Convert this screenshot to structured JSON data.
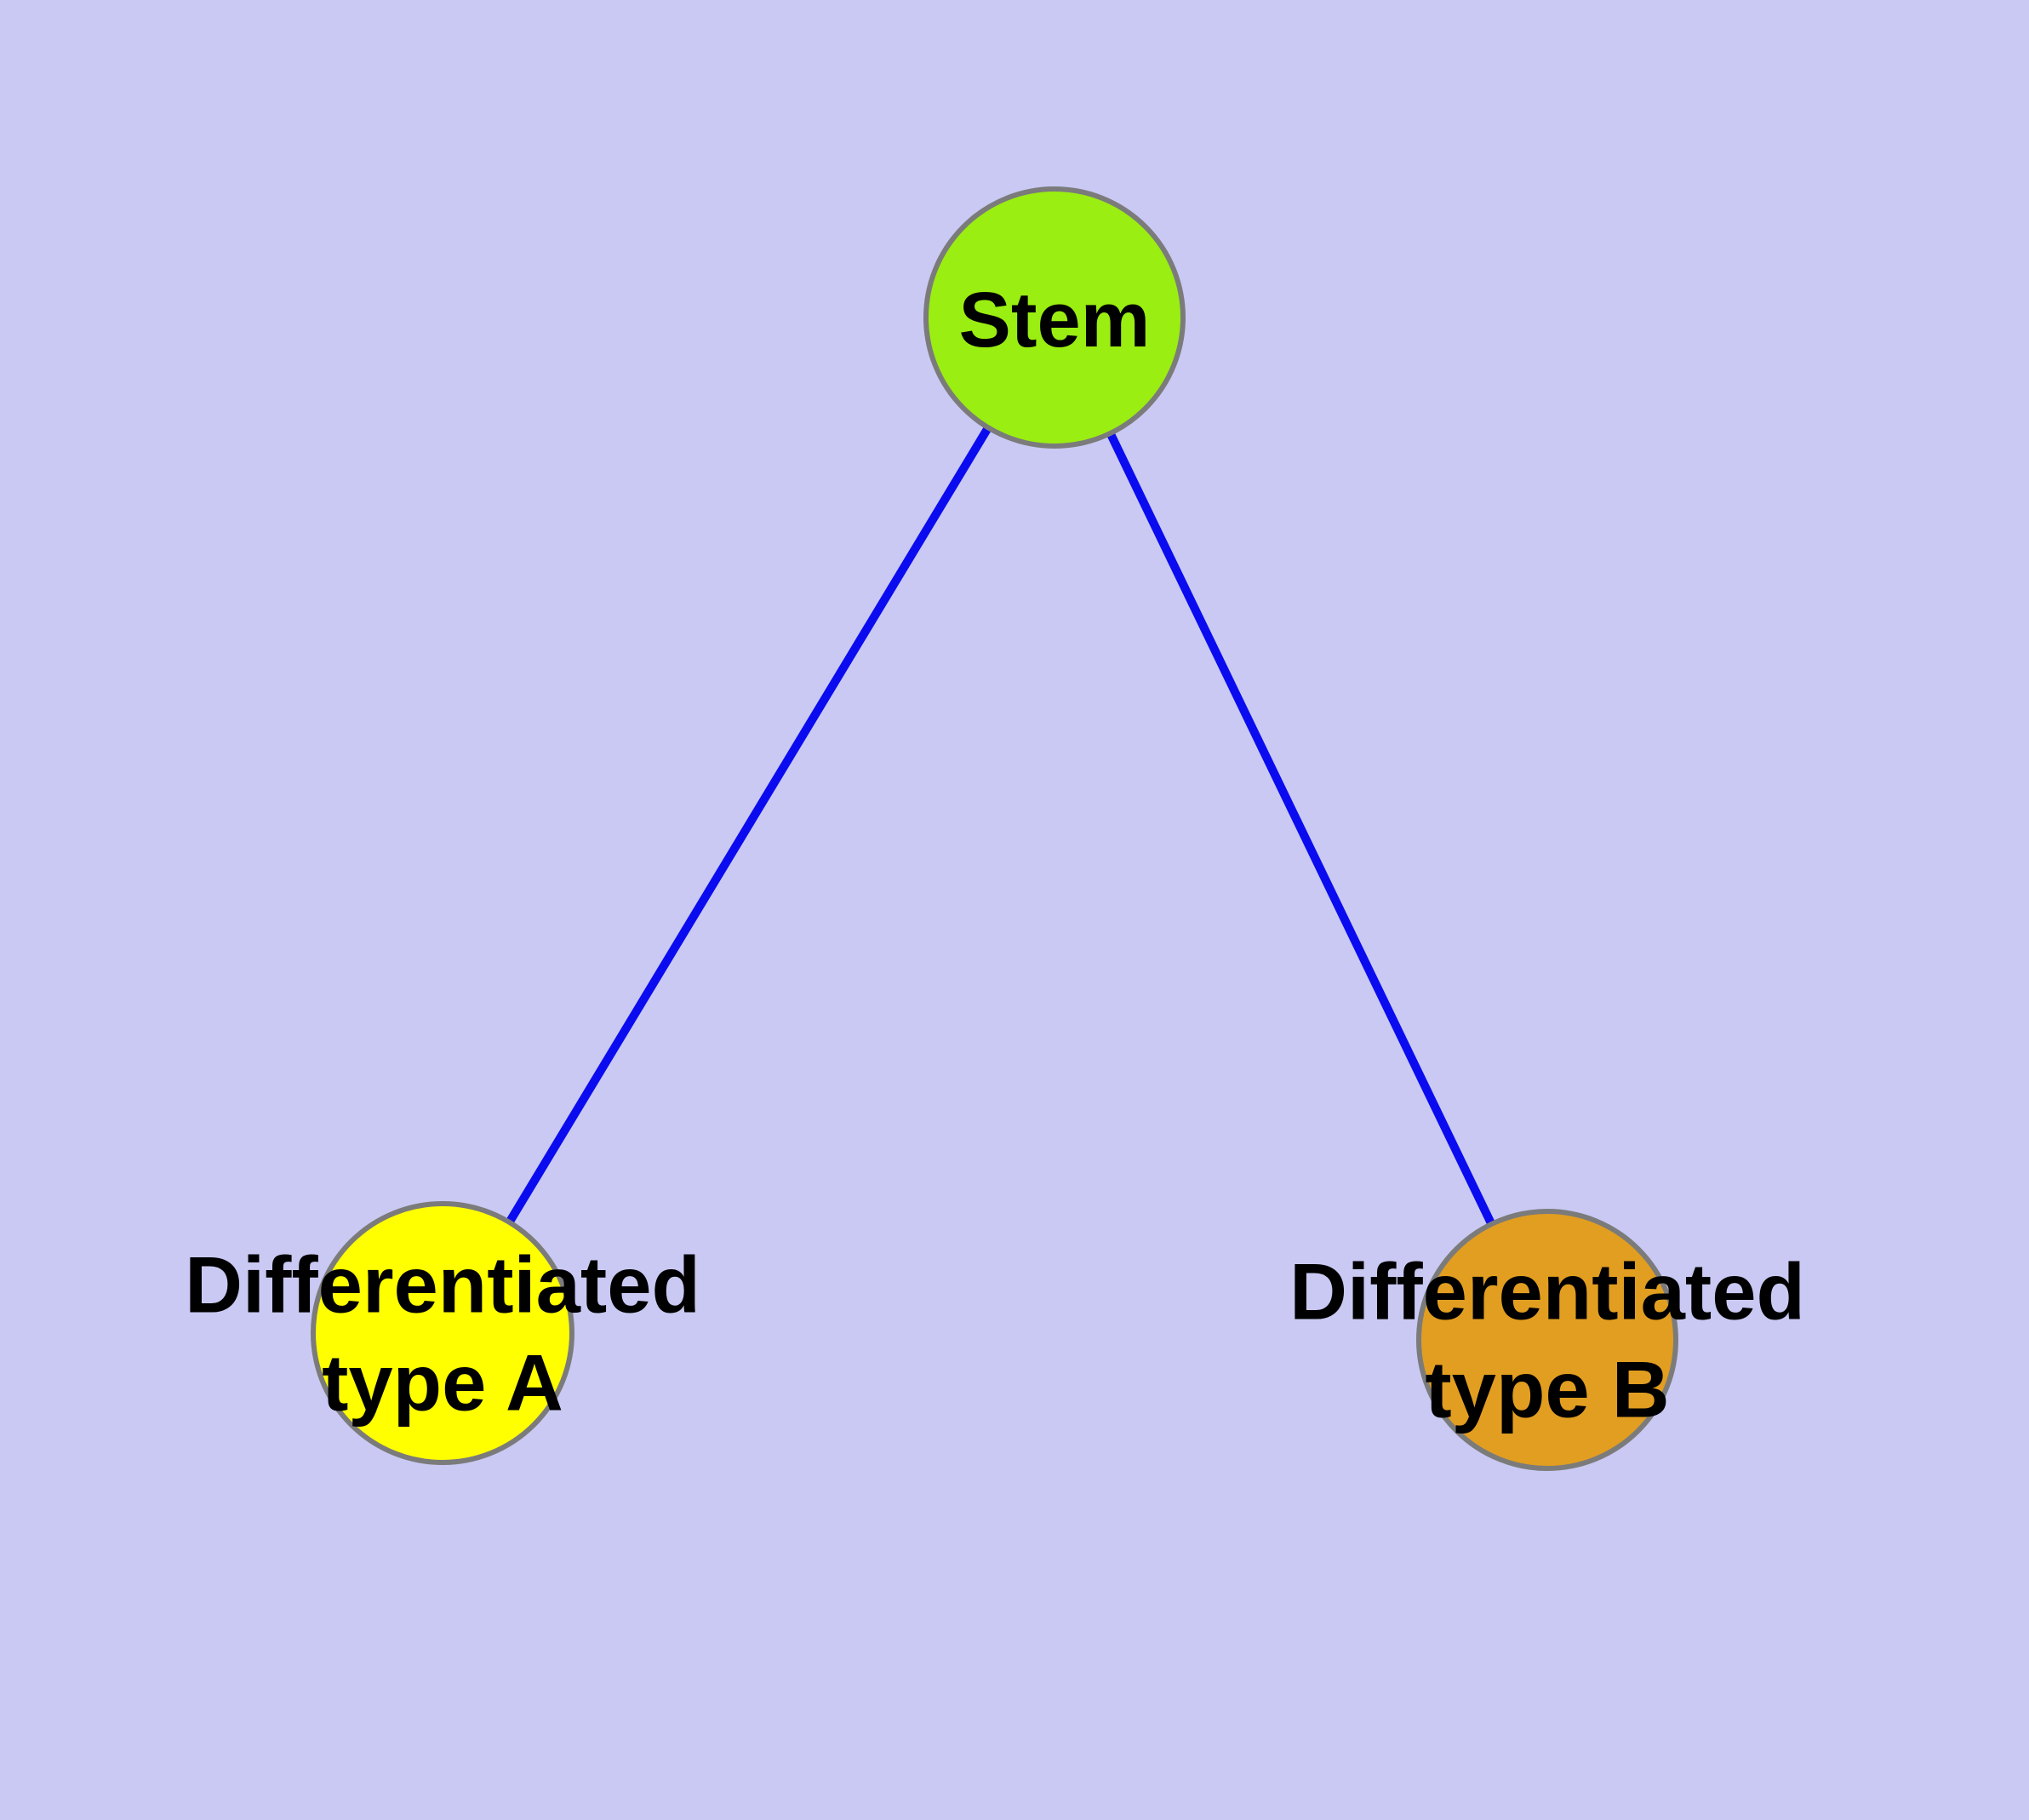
{
  "diagram": {
    "background_color": "#c9c9f3",
    "edge_color": "#0b0bf0",
    "node_border_color": "#7b7b7b",
    "text_color": "#000000",
    "nodes": [
      {
        "id": "stem",
        "label": "Stem",
        "fill": "#9aee11"
      },
      {
        "id": "differentiated-type-a",
        "label_lines": [
          "Differentiated",
          "type A"
        ],
        "fill": "#ffff00"
      },
      {
        "id": "differentiated-type-b",
        "label_lines": [
          "Differentiated",
          "type B"
        ],
        "fill": "#e29e20"
      }
    ],
    "edges": [
      {
        "from": "Stem",
        "to": "Differentiated type A"
      },
      {
        "from": "Stem",
        "to": "Differentiated type B"
      }
    ]
  }
}
